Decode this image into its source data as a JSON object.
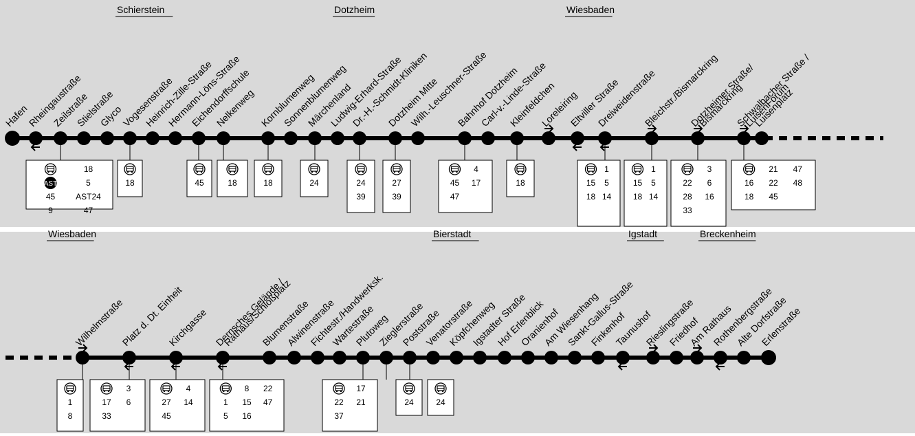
{
  "background_color": "#d9d9d9",
  "line_color": "#000000",
  "rows": [
    {
      "districts": [
        {
          "name": "Schierstein"
        },
        {
          "name": "Dotzheim"
        },
        {
          "name": "Wiesbaden"
        }
      ],
      "stops": [
        {
          "name": [
            "Hafen"
          ]
        },
        {
          "name": [
            "Rheingaustraße"
          ],
          "arrow": "left"
        },
        {
          "name": [
            "Zeilstraße"
          ],
          "box": {
            "cols": 2,
            "cells": [
              "18",
              "AST",
              "5",
              "45",
              "AST24",
              "9",
              "47"
            ]
          }
        },
        {
          "name": [
            "Stielstraße"
          ]
        },
        {
          "name": [
            "Glyco"
          ]
        },
        {
          "name": [
            "Vogesenstraße"
          ],
          "box": {
            "cells": [
              "18"
            ]
          }
        },
        {
          "name": [
            "Heinrich-Zille-Straße"
          ]
        },
        {
          "name": [
            "Hermann-Löns-Straße"
          ]
        },
        {
          "name": [
            "Eichendorffschule"
          ],
          "box": {
            "cells": [
              "45"
            ]
          }
        },
        {
          "name": [
            "Nelkenweg"
          ],
          "box": {
            "cells": [
              "18"
            ]
          }
        },
        {
          "name": [
            "Kornblumenweg"
          ],
          "box": {
            "cells": [
              "18"
            ]
          }
        },
        {
          "name": [
            "Sonnenblumenweg"
          ]
        },
        {
          "name": [
            "Märchenland"
          ],
          "box": {
            "cells": [
              "24"
            ]
          }
        },
        {
          "name": [
            "Ludwig-Erhard-Straße"
          ]
        },
        {
          "name": [
            "Dr.-H.-Schmidt-Kliniken"
          ],
          "box": {
            "cells": [
              "24",
              "39"
            ]
          }
        },
        {
          "name": [
            "Dotzheim Mitte"
          ],
          "box": {
            "cells": [
              "27",
              "39"
            ]
          }
        },
        {
          "name": [
            "Wilh.-Leuschner-Straße"
          ]
        },
        {
          "name": [
            "Bahnhof Dotzheim"
          ],
          "box": {
            "cols": 2,
            "cells": [
              "4",
              "45",
              "17",
              "47"
            ]
          }
        },
        {
          "name": [
            "Carl-v.-Linde-Straße"
          ]
        },
        {
          "name": [
            "Kleinfeldchen"
          ],
          "box": {
            "cells": [
              "18"
            ]
          }
        },
        {
          "name": [
            "Loreleiring"
          ],
          "arrow": "right"
        },
        {
          "name": [
            "Eltviller Straße"
          ],
          "arrow": "left"
        },
        {
          "name": [
            "Dreiweidenstraße"
          ],
          "arrow": "left",
          "box": {
            "cols": 2,
            "cells": [
              "1",
              "15",
              "5",
              "18",
              "14"
            ]
          }
        },
        {
          "name": [
            "Bleichstr./Bismarckring"
          ],
          "arrow": "right",
          "box": {
            "cols": 2,
            "cells": [
              "1",
              "15",
              "5",
              "18",
              "14"
            ]
          }
        },
        {
          "name": [
            "Dotzheimer Straße/",
            "Bismarckring"
          ],
          "arrow": "right",
          "box": {
            "cols": 2,
            "cells": [
              "3",
              "22",
              "6",
              "28",
              "16",
              "33"
            ]
          }
        },
        {
          "name": [
            "Schwalbacher Straße /",
            "LuisenForum"
          ],
          "arrow": "right",
          "box": {
            "cols": 3,
            "cells": [
              "21",
              "47",
              "16",
              "22",
              "48",
              "18",
              "45"
            ]
          }
        },
        {
          "name": [
            "Luisenplatz"
          ]
        }
      ]
    },
    {
      "districts": [
        {
          "name": "Wiesbaden"
        },
        {
          "name": "Bierstadt"
        },
        {
          "name": "Igstadt"
        },
        {
          "name": "Breckenheim"
        }
      ],
      "stops": [
        {
          "name": [
            "Wilhelmstraße"
          ],
          "arrow": "right",
          "box": {
            "cells": [
              "1",
              "8"
            ]
          }
        },
        {
          "name": [
            "Platz d. Dt. Einheit"
          ],
          "arrow": "left",
          "box": {
            "cols": 2,
            "cells": [
              "3",
              "17",
              "6",
              "33"
            ]
          }
        },
        {
          "name": [
            "Kirchgasse"
          ],
          "arrow": "left",
          "box": {
            "cols": 2,
            "cells": [
              "4",
              "27",
              "14",
              "45"
            ]
          }
        },
        {
          "name": [
            "Dernsches Gelände /",
            "Rathaus/Schloßplatz"
          ],
          "arrow": "left",
          "box": {
            "cols": 3,
            "cells": [
              "8",
              "22",
              "1",
              "15",
              "47",
              "5",
              "16"
            ]
          }
        },
        {
          "name": [
            "Blumenstraße"
          ]
        },
        {
          "name": [
            "Alwinenstraße"
          ]
        },
        {
          "name": [
            "Fichtestr./Handwerksk."
          ]
        },
        {
          "name": [
            "Wartestraße"
          ]
        },
        {
          "name": [
            "Plutoweg"
          ],
          "box": {
            "cols": 2,
            "cells": [
              "17",
              "22",
              "21",
              "37"
            ]
          }
        },
        {
          "name": [
            "Zieglerstraße"
          ],
          "box": {
            "cells": [
              "24"
            ]
          }
        },
        {
          "name": [
            "Poststraße"
          ],
          "box": {
            "cells": [
              "24"
            ]
          }
        },
        {
          "name": [
            "Venatorstraße"
          ]
        },
        {
          "name": [
            "Köpfchenweg"
          ]
        },
        {
          "name": [
            "Igstadter Straße"
          ]
        },
        {
          "name": [
            "Hof Erlenblick"
          ]
        },
        {
          "name": [
            "Oranienhof"
          ]
        },
        {
          "name": [
            "Am Wiesenhang"
          ]
        },
        {
          "name": [
            "Sankt-Gallus-Straße"
          ]
        },
        {
          "name": [
            "Finkenhof"
          ]
        },
        {
          "name": [
            "Taunushof"
          ],
          "arrow": "left"
        },
        {
          "name": [
            "Rieslingstraße"
          ],
          "arrow": "right"
        },
        {
          "name": [
            "Friedhof"
          ]
        },
        {
          "name": [
            "Am Rathaus"
          ],
          "arrow": "right"
        },
        {
          "name": [
            "Rothenbergstraße"
          ],
          "arrow": "left"
        },
        {
          "name": [
            "Alte Dorfstraße"
          ]
        },
        {
          "name": [
            "Erlenstraße"
          ]
        }
      ]
    }
  ]
}
